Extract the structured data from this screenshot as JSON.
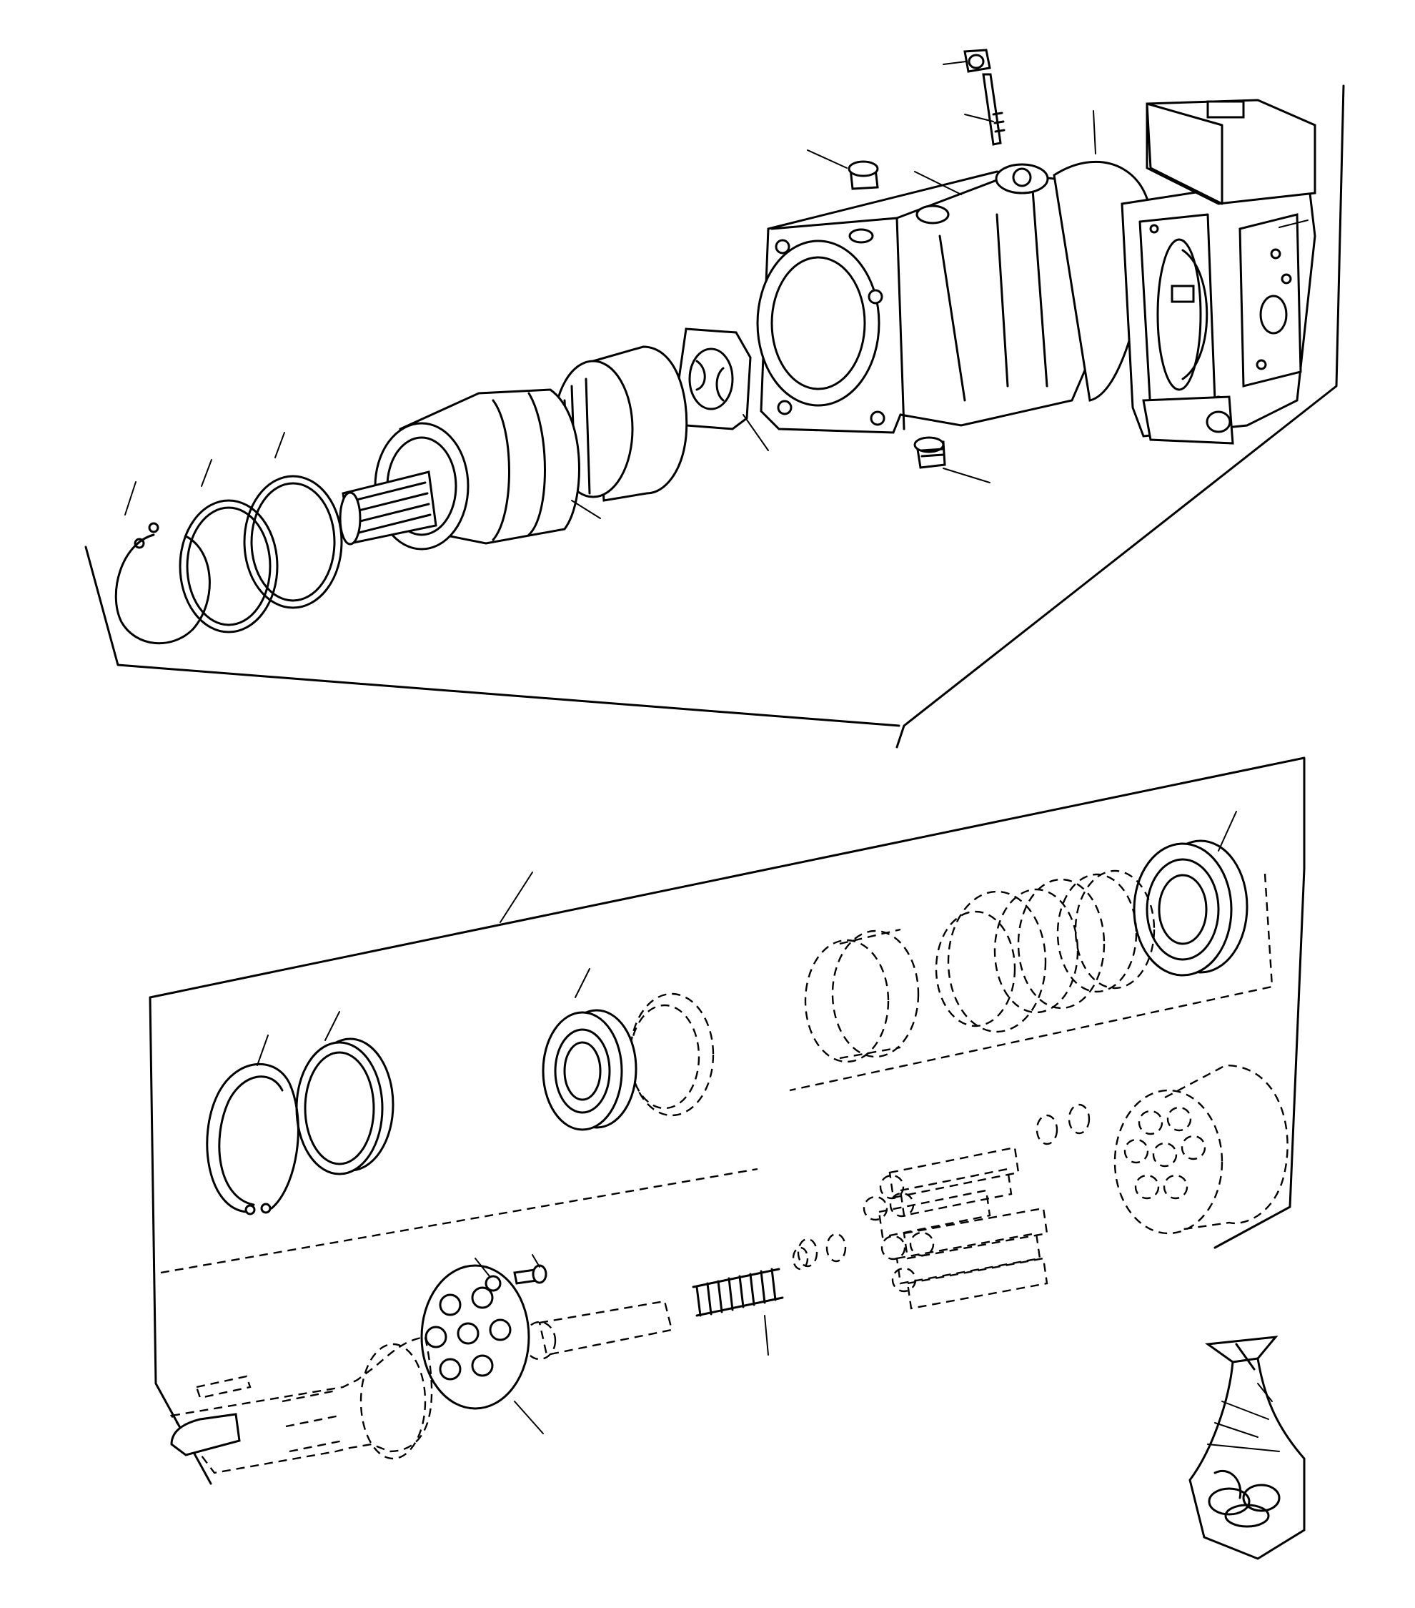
{
  "diagram": {
    "upper_group": "assembled-motor-exploded",
    "lower_group": "rotary-group-exploded",
    "kit": "seal-kit-bag"
  }
}
